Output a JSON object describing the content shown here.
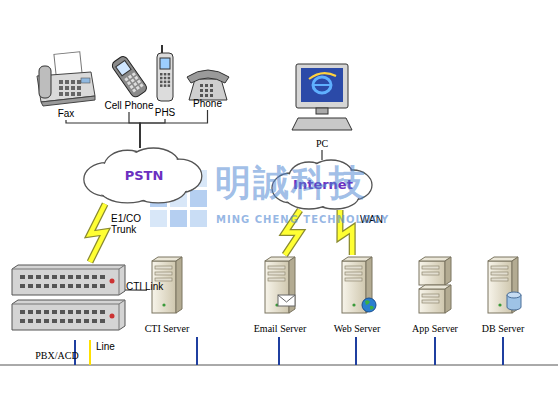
{
  "diagram": {
    "nodes": [
      {
        "text": [
          "Fax"
        ]
      },
      {
        "text": [
          "Cell Phone"
        ]
      },
      {
        "text": [
          "PHS"
        ]
      },
      {
        "text": [
          "Phone"
        ]
      },
      {
        "text": [
          "PC"
        ]
      },
      {
        "text": [
          "PSTN"
        ]
      },
      {
        "text": [
          "Internet"
        ]
      },
      {
        "text": [
          "PBX/ACD"
        ]
      },
      {
        "text": [
          "CTI Server"
        ]
      },
      {
        "text": [
          "Email Server"
        ]
      },
      {
        "text": [
          "Web Server"
        ]
      },
      {
        "text": [
          "App Server"
        ]
      },
      {
        "text": [
          "DB Server"
        ]
      }
    ],
    "edges": [
      {
        "from": 0,
        "to": 5,
        "arrow": "none"
      },
      {
        "from": 1,
        "to": 5,
        "arrow": "none"
      },
      {
        "from": 2,
        "to": 5,
        "arrow": "none"
      },
      {
        "from": 3,
        "to": 5,
        "arrow": "none"
      },
      {
        "from": 4,
        "to": 6,
        "arrow": "none"
      },
      {
        "from": 5,
        "to": 7,
        "label": "E1/CO Trunk",
        "arrow": "none"
      },
      {
        "from": 6,
        "to": 9,
        "arrow": "none"
      },
      {
        "from": 6,
        "to": 10,
        "label": "WAN",
        "arrow": "none"
      },
      {
        "from": 7,
        "to": 8,
        "label": "CTI Link",
        "arrow": "none"
      }
    ],
    "labels": [
      "明誠科技",
      "MING CHENG TECHNOLOGY",
      "Line"
    ]
  }
}
